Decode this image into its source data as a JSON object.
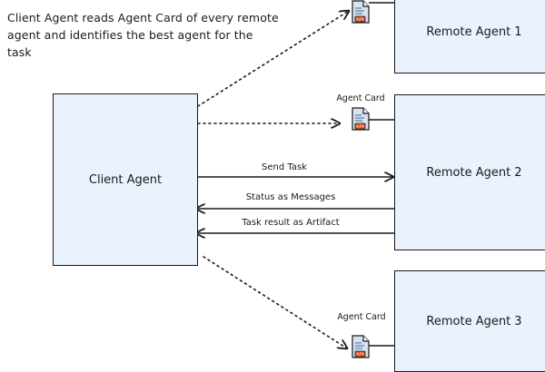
{
  "intro_text": "Client Agent reads Agent Card of every remote agent and identifies the best agent for the task",
  "nodes": {
    "client_agent": "Client Agent",
    "remote_agent_1": "Remote Agent 1",
    "remote_agent_2": "Remote Agent 2",
    "remote_agent_3": "Remote Agent 3"
  },
  "edges": {
    "send_task": "Send Task",
    "status_messages": "Status as Messages",
    "task_result": "Task result as Artifact"
  },
  "agent_cards": {
    "card_2_label": "Agent Card",
    "card_3_label": "Agent Card"
  },
  "icons": {
    "agent_card": "agent-card-document-icon"
  },
  "colors": {
    "box_fill": "#eaf3fd",
    "icon_accent": "#e8562a",
    "icon_body": "#d6e4f2"
  }
}
